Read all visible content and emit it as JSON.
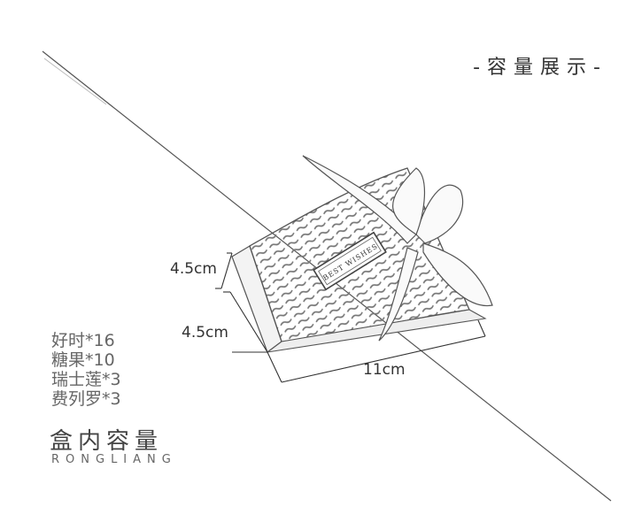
{
  "title": "-容量展示-",
  "dimensions": {
    "height_top": "4.5cm",
    "height_side": "4.5cm",
    "length": "11cm"
  },
  "contents": [
    "好时*16",
    "糖果*10",
    "瑞士莲*3",
    "费列罗*3"
  ],
  "heading": "盒内容量",
  "subheading": "RONGLIANG",
  "box_label": "BEST WISHES"
}
